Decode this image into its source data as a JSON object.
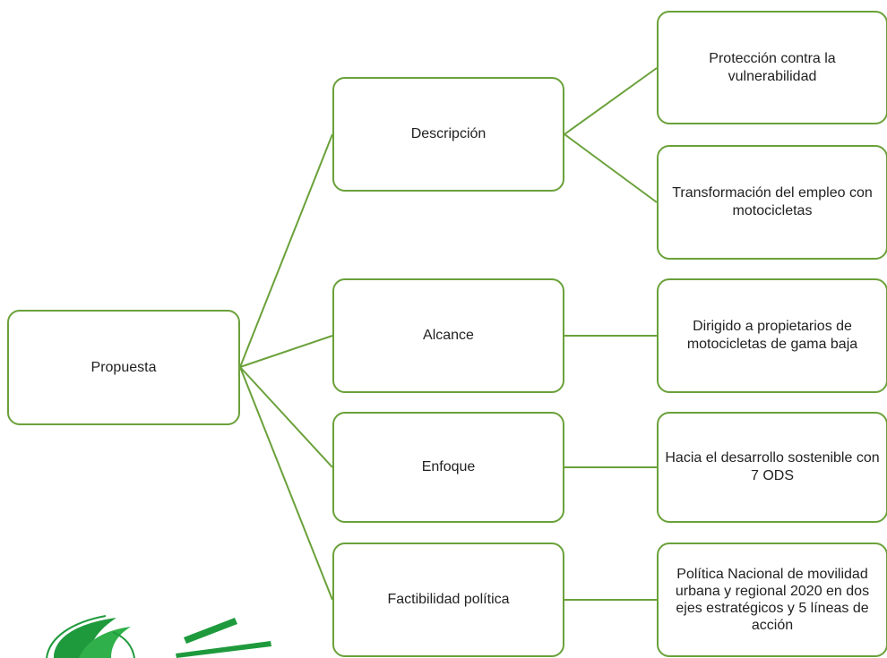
{
  "diagram": {
    "root": {
      "label": "Propuesta"
    },
    "branches": [
      {
        "label": "Descripción",
        "children": [
          "Protección contra la vulnerabilidad",
          "Transformación del empleo con motocicletas"
        ]
      },
      {
        "label": "Alcance",
        "children": [
          "Dirigido a propietarios de motocicletas de gama baja"
        ]
      },
      {
        "label": "Enfoque",
        "children": [
          "Hacia el desarrollo sostenible con 7 ODS"
        ]
      },
      {
        "label": "Factibilidad política",
        "children": [
          "Política Nacional de movilidad urbana y regional 2020 en dos ejes estratégicos y 5 líneas de acción"
        ]
      }
    ]
  },
  "colors": {
    "box_border": "#6aa13a",
    "connector": "#6aa13a",
    "text": "#222222",
    "logo_green": "#1e9a3c"
  },
  "logo": {
    "icon": "green-swoosh-logo-icon"
  }
}
